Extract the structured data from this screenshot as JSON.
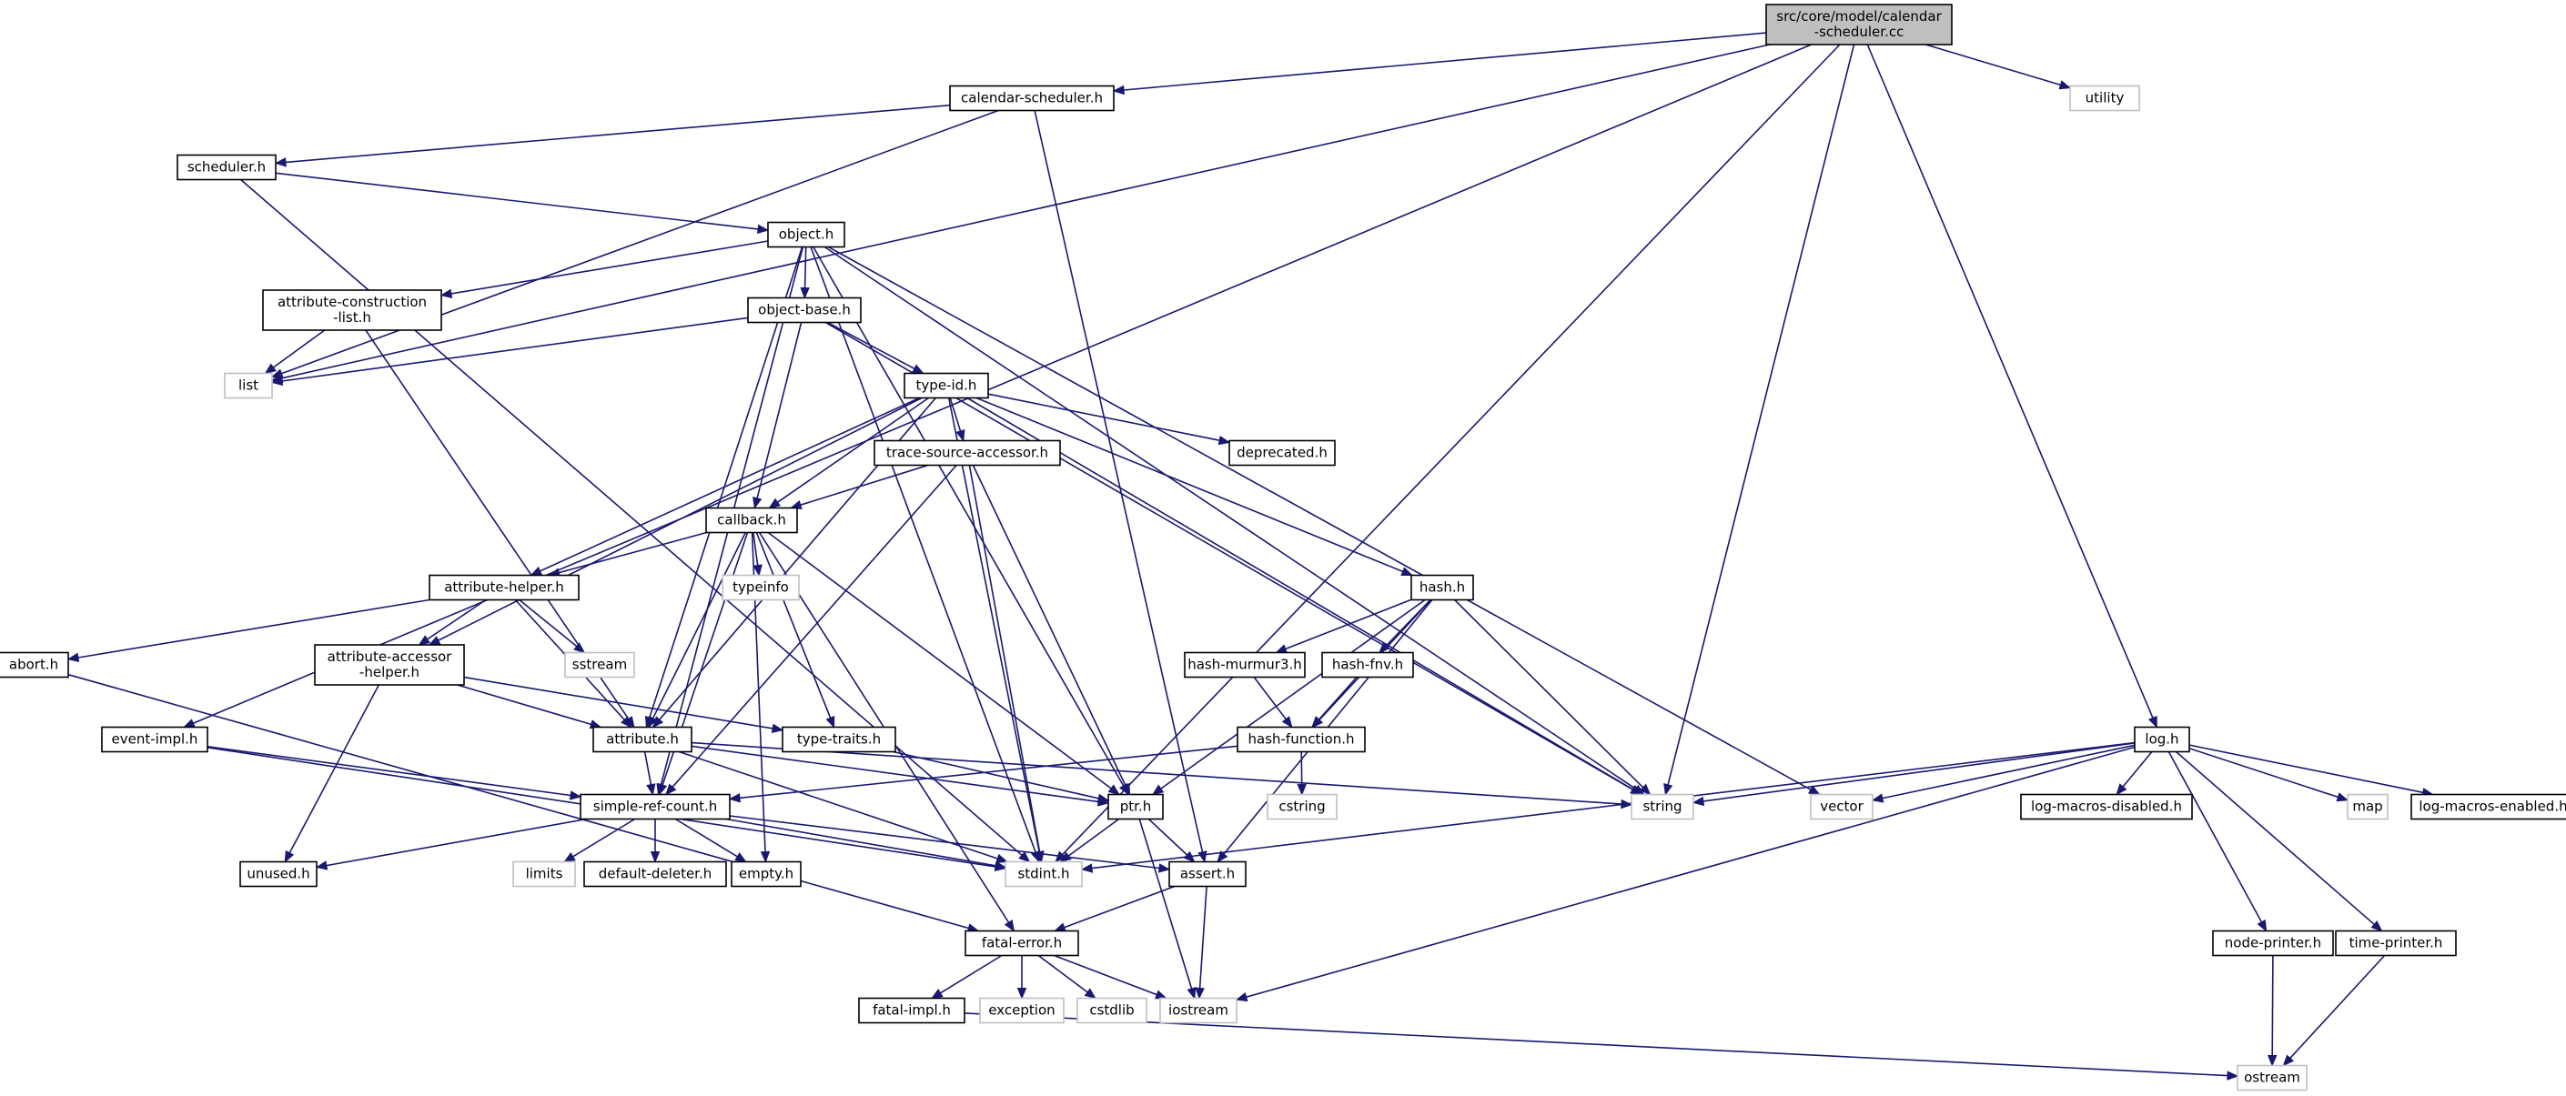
{
  "nodes": [
    {
      "id": "root",
      "lines": [
        "src/core/model/calendar",
        "-scheduler.cc"
      ],
      "kind": "root"
    },
    {
      "id": "calendar_scheduler_h",
      "lines": [
        "calendar-scheduler.h"
      ],
      "kind": "header"
    },
    {
      "id": "utility",
      "lines": [
        "utility"
      ],
      "kind": "system"
    },
    {
      "id": "scheduler_h",
      "lines": [
        "scheduler.h"
      ],
      "kind": "header"
    },
    {
      "id": "object_h",
      "lines": [
        "object.h"
      ],
      "kind": "header"
    },
    {
      "id": "attribute_construction_list_h",
      "lines": [
        "attribute-construction",
        "-list.h"
      ],
      "kind": "header"
    },
    {
      "id": "object_base_h",
      "lines": [
        "object-base.h"
      ],
      "kind": "header"
    },
    {
      "id": "list",
      "lines": [
        "list"
      ],
      "kind": "system"
    },
    {
      "id": "type_id_h",
      "lines": [
        "type-id.h"
      ],
      "kind": "header"
    },
    {
      "id": "trace_source_accessor_h",
      "lines": [
        "trace-source-accessor.h"
      ],
      "kind": "header"
    },
    {
      "id": "deprecated_h",
      "lines": [
        "deprecated.h"
      ],
      "kind": "header"
    },
    {
      "id": "callback_h",
      "lines": [
        "callback.h"
      ],
      "kind": "header"
    },
    {
      "id": "typeinfo",
      "lines": [
        "typeinfo"
      ],
      "kind": "system"
    },
    {
      "id": "hash_h",
      "lines": [
        "hash.h"
      ],
      "kind": "header"
    },
    {
      "id": "attribute_helper_h",
      "lines": [
        "attribute-helper.h"
      ],
      "kind": "header"
    },
    {
      "id": "sstream",
      "lines": [
        "sstream"
      ],
      "kind": "system"
    },
    {
      "id": "abort_h",
      "lines": [
        "abort.h"
      ],
      "kind": "header"
    },
    {
      "id": "attribute_accessor_helper_h",
      "lines": [
        "attribute-accessor",
        "-helper.h"
      ],
      "kind": "header"
    },
    {
      "id": "hash_murmur3_h",
      "lines": [
        "hash-murmur3.h"
      ],
      "kind": "header"
    },
    {
      "id": "hash_fnv_h",
      "lines": [
        "hash-fnv.h"
      ],
      "kind": "header"
    },
    {
      "id": "event_impl_h",
      "lines": [
        "event-impl.h"
      ],
      "kind": "header"
    },
    {
      "id": "attribute_h",
      "lines": [
        "attribute.h"
      ],
      "kind": "header"
    },
    {
      "id": "type_traits_h",
      "lines": [
        "type-traits.h"
      ],
      "kind": "header"
    },
    {
      "id": "hash_function_h",
      "lines": [
        "hash-function.h"
      ],
      "kind": "header"
    },
    {
      "id": "log_h",
      "lines": [
        "log.h"
      ],
      "kind": "header"
    },
    {
      "id": "simple_ref_count_h",
      "lines": [
        "simple-ref-count.h"
      ],
      "kind": "header"
    },
    {
      "id": "ptr_h",
      "lines": [
        "ptr.h"
      ],
      "kind": "header"
    },
    {
      "id": "cstring",
      "lines": [
        "cstring"
      ],
      "kind": "system"
    },
    {
      "id": "string",
      "lines": [
        "string"
      ],
      "kind": "system"
    },
    {
      "id": "vector",
      "lines": [
        "vector"
      ],
      "kind": "system"
    },
    {
      "id": "log_macros_disabled_h",
      "lines": [
        "log-macros-disabled.h"
      ],
      "kind": "header"
    },
    {
      "id": "map",
      "lines": [
        "map"
      ],
      "kind": "system"
    },
    {
      "id": "log_macros_enabled_h",
      "lines": [
        "log-macros-enabled.h"
      ],
      "kind": "header"
    },
    {
      "id": "unused_h",
      "lines": [
        "unused.h"
      ],
      "kind": "header"
    },
    {
      "id": "limits",
      "lines": [
        "limits"
      ],
      "kind": "system"
    },
    {
      "id": "default_deleter_h",
      "lines": [
        "default-deleter.h"
      ],
      "kind": "header"
    },
    {
      "id": "empty_h",
      "lines": [
        "empty.h"
      ],
      "kind": "header"
    },
    {
      "id": "stdint_h",
      "lines": [
        "stdint.h"
      ],
      "kind": "system"
    },
    {
      "id": "assert_h",
      "lines": [
        "assert.h"
      ],
      "kind": "header"
    },
    {
      "id": "fatal_error_h",
      "lines": [
        "fatal-error.h"
      ],
      "kind": "header"
    },
    {
      "id": "node_printer_h",
      "lines": [
        "node-printer.h"
      ],
      "kind": "header"
    },
    {
      "id": "time_printer_h",
      "lines": [
        "time-printer.h"
      ],
      "kind": "header"
    },
    {
      "id": "fatal_impl_h",
      "lines": [
        "fatal-impl.h"
      ],
      "kind": "header"
    },
    {
      "id": "exception",
      "lines": [
        "exception"
      ],
      "kind": "system"
    },
    {
      "id": "cstdlib",
      "lines": [
        "cstdlib"
      ],
      "kind": "system"
    },
    {
      "id": "iostream",
      "lines": [
        "iostream"
      ],
      "kind": "system"
    },
    {
      "id": "ostream",
      "lines": [
        "ostream"
      ],
      "kind": "system"
    }
  ],
  "edges": [
    [
      "root",
      "calendar_scheduler_h"
    ],
    [
      "root",
      "utility"
    ],
    [
      "root",
      "list"
    ],
    [
      "root",
      "event_impl_h"
    ],
    [
      "root",
      "log_h"
    ],
    [
      "root",
      "string"
    ],
    [
      "root",
      "stdint_h"
    ],
    [
      "calendar_scheduler_h",
      "scheduler_h"
    ],
    [
      "calendar_scheduler_h",
      "list"
    ],
    [
      "calendar_scheduler_h",
      "assert_h"
    ],
    [
      "scheduler_h",
      "object_h"
    ],
    [
      "scheduler_h",
      "stdint_h"
    ],
    [
      "object_h",
      "object_base_h"
    ],
    [
      "object_h",
      "attribute_construction_list_h"
    ],
    [
      "object_h",
      "attribute_h"
    ],
    [
      "object_h",
      "simple_ref_count_h"
    ],
    [
      "object_h",
      "ptr_h"
    ],
    [
      "object_h",
      "string"
    ],
    [
      "object_h",
      "stdint_h"
    ],
    [
      "object_h",
      "vector"
    ],
    [
      "attribute_construction_list_h",
      "list"
    ],
    [
      "attribute_construction_list_h",
      "attribute_h"
    ],
    [
      "object_base_h",
      "list"
    ],
    [
      "object_base_h",
      "type_id_h"
    ],
    [
      "object_base_h",
      "callback_h"
    ],
    [
      "object_base_h",
      "string"
    ],
    [
      "type_id_h",
      "trace_source_accessor_h"
    ],
    [
      "type_id_h",
      "deprecated_h"
    ],
    [
      "type_id_h",
      "callback_h"
    ],
    [
      "type_id_h",
      "hash_h"
    ],
    [
      "type_id_h",
      "attribute_helper_h"
    ],
    [
      "type_id_h",
      "attribute_accessor_helper_h"
    ],
    [
      "type_id_h",
      "attribute_h"
    ],
    [
      "type_id_h",
      "string"
    ],
    [
      "type_id_h",
      "stdint_h"
    ],
    [
      "trace_source_accessor_h",
      "callback_h"
    ],
    [
      "trace_source_accessor_h",
      "simple_ref_count_h"
    ],
    [
      "trace_source_accessor_h",
      "ptr_h"
    ],
    [
      "trace_source_accessor_h",
      "stdint_h"
    ],
    [
      "callback_h",
      "typeinfo"
    ],
    [
      "callback_h",
      "attribute_helper_h"
    ],
    [
      "callback_h",
      "attribute_h"
    ],
    [
      "callback_h",
      "simple_ref_count_h"
    ],
    [
      "callback_h",
      "empty_h"
    ],
    [
      "callback_h",
      "fatal_error_h"
    ],
    [
      "callback_h",
      "type_traits_h"
    ],
    [
      "callback_h",
      "ptr_h"
    ],
    [
      "hash_h",
      "hash_murmur3_h"
    ],
    [
      "hash_h",
      "hash_fnv_h"
    ],
    [
      "hash_h",
      "hash_function_h"
    ],
    [
      "hash_h",
      "ptr_h"
    ],
    [
      "hash_h",
      "assert_h"
    ],
    [
      "hash_h",
      "string"
    ],
    [
      "attribute_helper_h",
      "abort_h"
    ],
    [
      "attribute_helper_h",
      "attribute_accessor_helper_h"
    ],
    [
      "attribute_helper_h",
      "sstream"
    ],
    [
      "attribute_helper_h",
      "attribute_h"
    ],
    [
      "abort_h",
      "fatal_error_h"
    ],
    [
      "attribute_accessor_helper_h",
      "attribute_h"
    ],
    [
      "attribute_accessor_helper_h",
      "type_traits_h"
    ],
    [
      "attribute_accessor_helper_h",
      "unused_h"
    ],
    [
      "hash_murmur3_h",
      "hash_function_h"
    ],
    [
      "hash_fnv_h",
      "hash_function_h"
    ],
    [
      "event_impl_h",
      "simple_ref_count_h"
    ],
    [
      "event_impl_h",
      "stdint_h"
    ],
    [
      "attribute_h",
      "simple_ref_count_h"
    ],
    [
      "attribute_h",
      "ptr_h"
    ],
    [
      "attribute_h",
      "string"
    ],
    [
      "attribute_h",
      "stdint_h"
    ],
    [
      "type_traits_h",
      "ptr_h"
    ],
    [
      "hash_function_h",
      "simple_ref_count_h"
    ],
    [
      "hash_function_h",
      "cstring"
    ],
    [
      "log_h",
      "string"
    ],
    [
      "log_h",
      "vector"
    ],
    [
      "log_h",
      "log_macros_disabled_h"
    ],
    [
      "log_h",
      "map"
    ],
    [
      "log_h",
      "log_macros_enabled_h"
    ],
    [
      "log_h",
      "stdint_h"
    ],
    [
      "log_h",
      "node_printer_h"
    ],
    [
      "log_h",
      "time_printer_h"
    ],
    [
      "log_h",
      "iostream"
    ],
    [
      "simple_ref_count_h",
      "unused_h"
    ],
    [
      "simple_ref_count_h",
      "limits"
    ],
    [
      "simple_ref_count_h",
      "default_deleter_h"
    ],
    [
      "simple_ref_count_h",
      "empty_h"
    ],
    [
      "simple_ref_count_h",
      "stdint_h"
    ],
    [
      "simple_ref_count_h",
      "assert_h"
    ],
    [
      "ptr_h",
      "stdint_h"
    ],
    [
      "ptr_h",
      "assert_h"
    ],
    [
      "ptr_h",
      "iostream"
    ],
    [
      "assert_h",
      "fatal_error_h"
    ],
    [
      "assert_h",
      "iostream"
    ],
    [
      "fatal_error_h",
      "fatal_impl_h"
    ],
    [
      "fatal_error_h",
      "exception"
    ],
    [
      "fatal_error_h",
      "cstdlib"
    ],
    [
      "fatal_error_h",
      "iostream"
    ],
    [
      "fatal_impl_h",
      "ostream"
    ],
    [
      "node_printer_h",
      "ostream"
    ],
    [
      "time_printer_h",
      "ostream"
    ]
  ]
}
